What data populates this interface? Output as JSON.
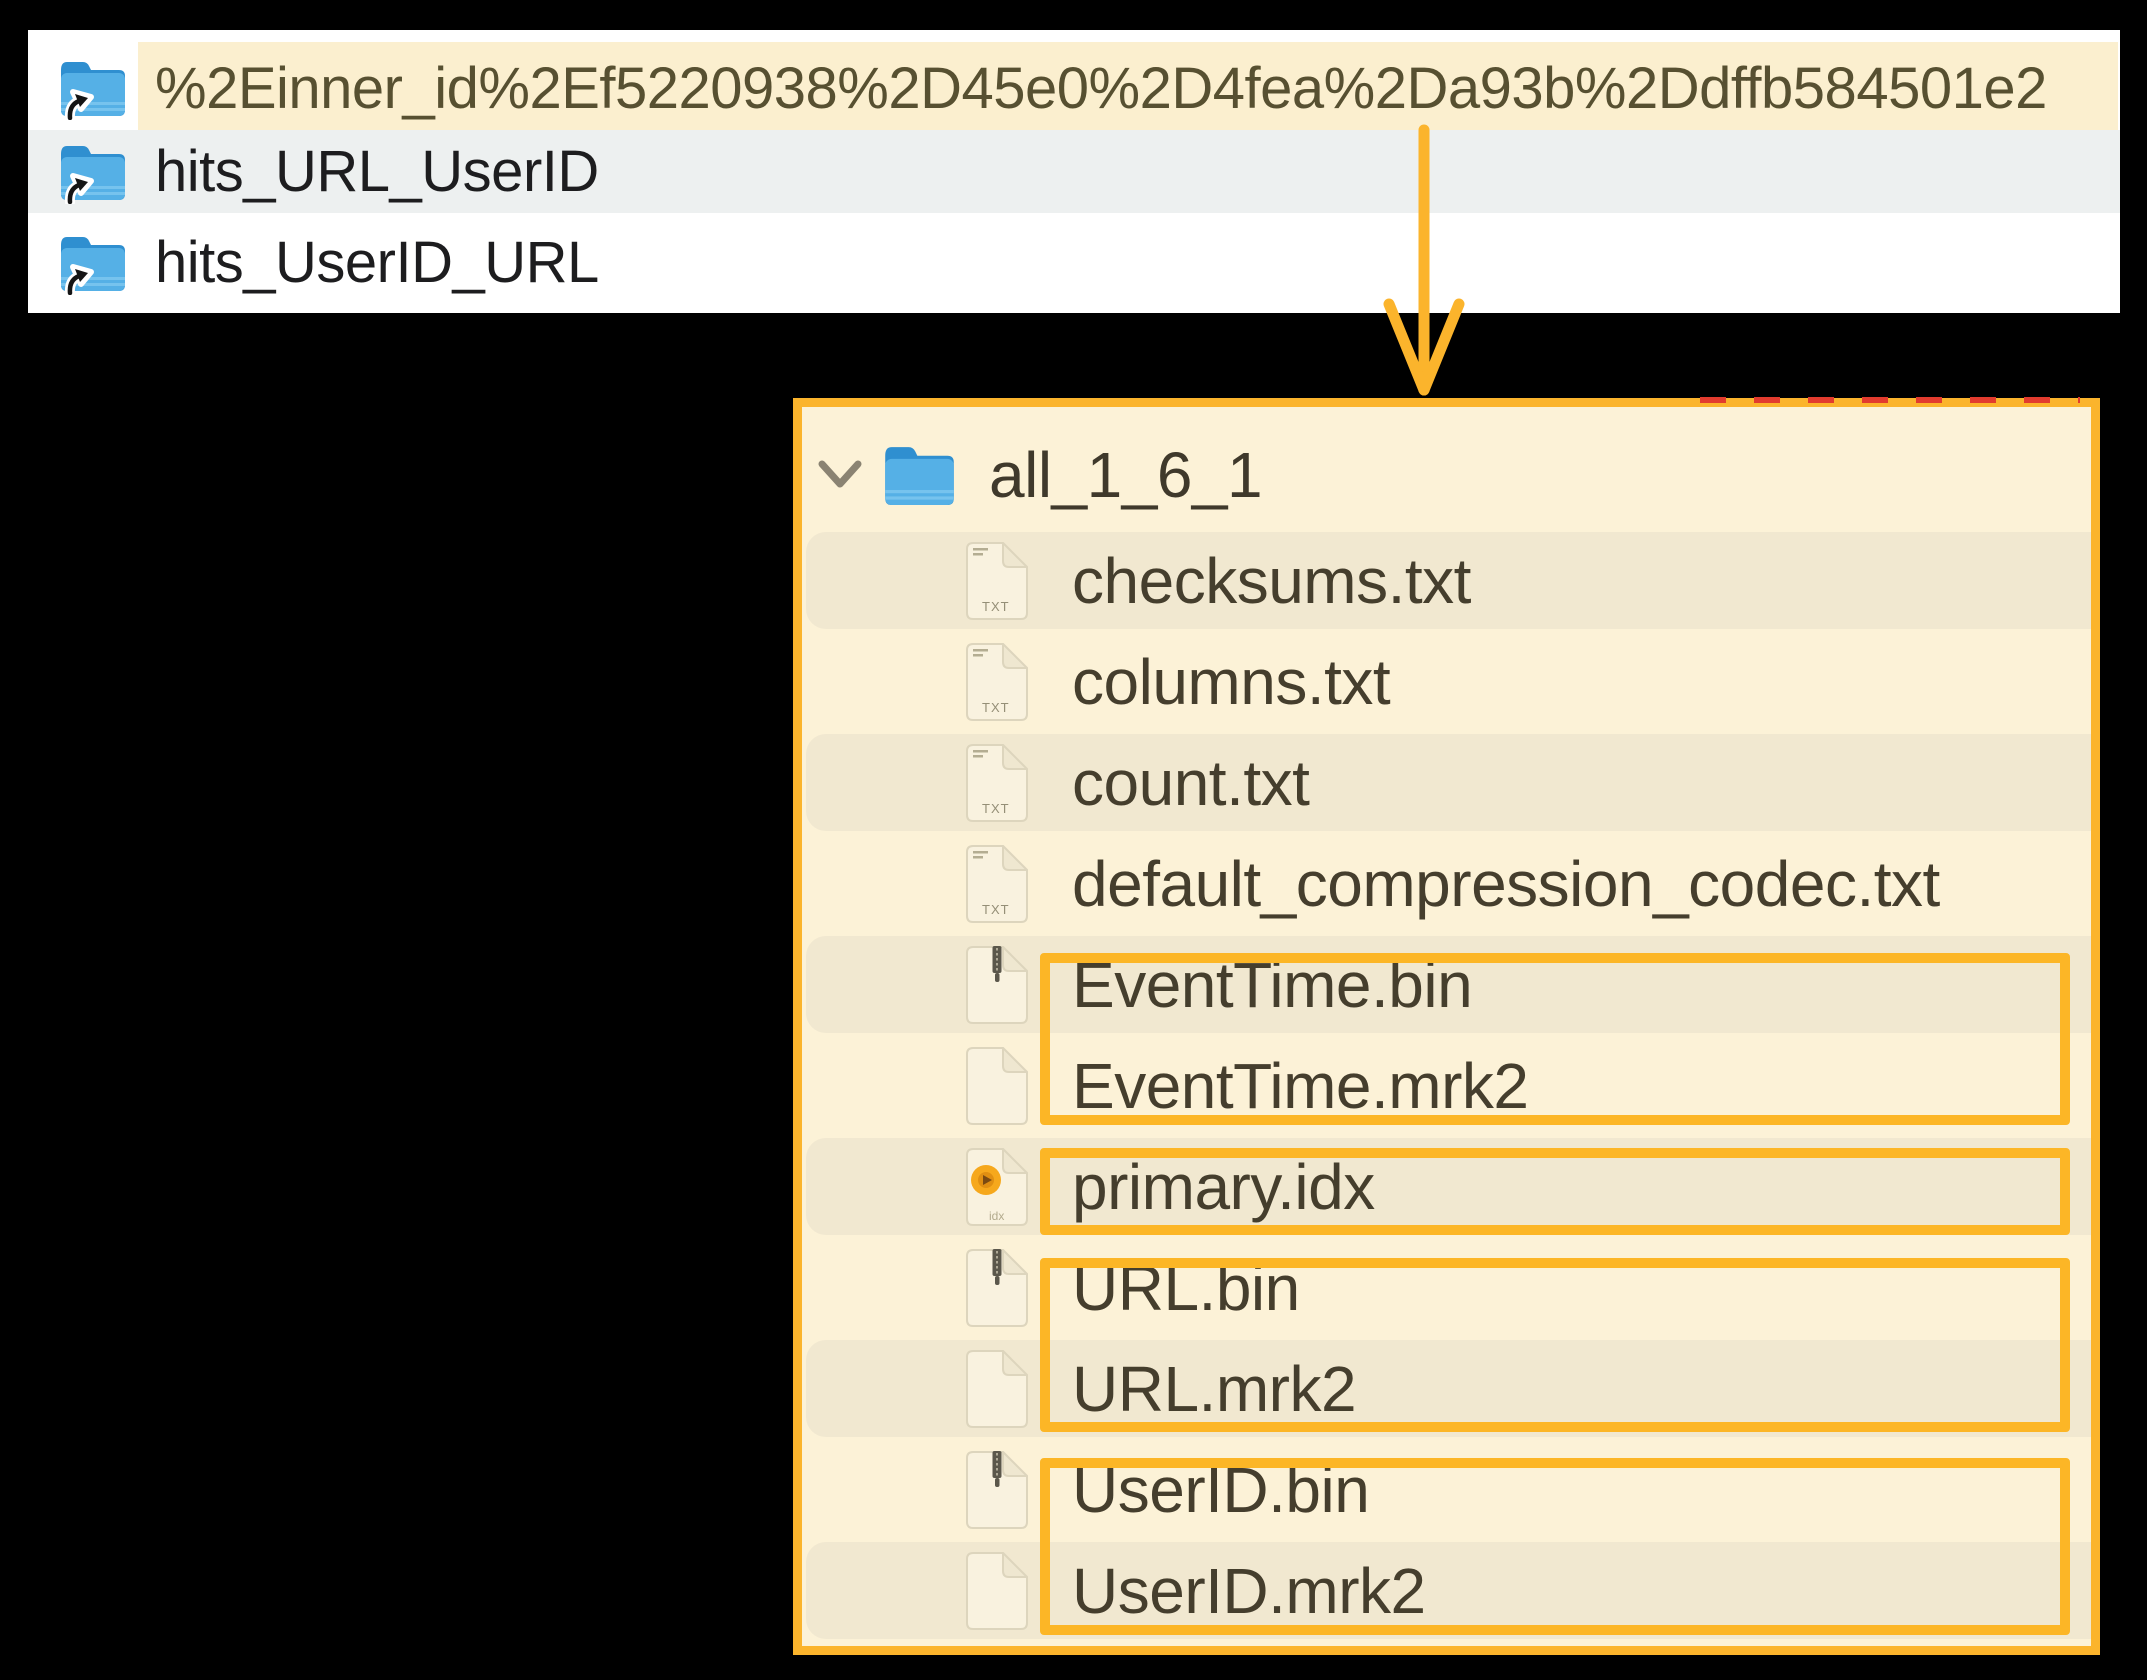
{
  "colors": {
    "accent_orange": "#fbb42c",
    "box_orange": "#fcb626",
    "panel_cream": "#fcf2d7",
    "band_beige": "#f1e8d0",
    "selected_row_cream": "#fbefcf",
    "alt_row_gray": "#edf0f0",
    "panel_white": "#ffffff",
    "text_black": "#1d1d1f",
    "text_olive": "#575031",
    "text_brown": "#453e2d",
    "red_marker": "#e23b2e",
    "folder_blue": "#4aa7e0"
  },
  "top_panel": {
    "rows": [
      {
        "label": "%2Einner_id%2Ef5220938%2D45e0%2D4fea%2Da93b%2Ddffb584501e2",
        "icon": "alias-folder",
        "state": "highlighted"
      },
      {
        "label": "hits_URL_UserID",
        "icon": "alias-folder",
        "state": "alternate"
      },
      {
        "label": "hits_UserID_URL",
        "icon": "alias-folder",
        "state": "normal"
      }
    ]
  },
  "arrow": {
    "icon": "down-arrow"
  },
  "icons": {
    "txt_label": "TXT",
    "idx_label": "idx"
  },
  "tree_panel": {
    "root": {
      "label": "all_1_6_1",
      "icon": "folder",
      "expanded": true
    },
    "files": [
      {
        "name": "checksums.txt",
        "icon": "txt-file",
        "shaded": true
      },
      {
        "name": "columns.txt",
        "icon": "txt-file",
        "shaded": false
      },
      {
        "name": "count.txt",
        "icon": "txt-file",
        "shaded": true
      },
      {
        "name": "default_compression_codec.txt",
        "icon": "txt-file",
        "shaded": false
      },
      {
        "name": "EventTime.bin",
        "icon": "bin-file",
        "shaded": true,
        "highlight_group": "EventTime"
      },
      {
        "name": "EventTime.mrk2",
        "icon": "plain-file",
        "shaded": false,
        "highlight_group": "EventTime"
      },
      {
        "name": "primary.idx",
        "icon": "idx-file",
        "shaded": true,
        "highlight_group": "primary"
      },
      {
        "name": "URL.bin",
        "icon": "bin-file",
        "shaded": false,
        "highlight_group": "URL"
      },
      {
        "name": "URL.mrk2",
        "icon": "plain-file",
        "shaded": true,
        "highlight_group": "URL"
      },
      {
        "name": "UserID.bin",
        "icon": "bin-file",
        "shaded": false,
        "highlight_group": "UserID"
      },
      {
        "name": "UserID.mrk2",
        "icon": "plain-file",
        "shaded": true,
        "highlight_group": "UserID"
      }
    ]
  }
}
